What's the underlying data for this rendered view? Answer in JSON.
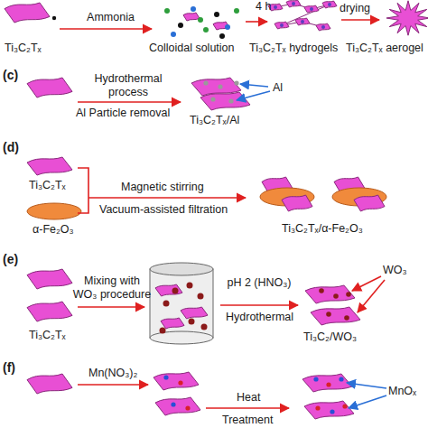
{
  "diagram": {
    "labels": [
      "Ti₃C₂Tₓ",
      "Ammonia",
      "Colloidal solution",
      "4 h",
      "drying",
      "Ti₃C₂Tₓ hydrogels",
      "Ti₃C₂Tₓ aerogel",
      "(c)",
      "Hydrothermal process",
      "Al Particle removal",
      "Al",
      "Ti₃C₂Tₓ/Al",
      "(d)",
      "Ti₃C₂Tₓ",
      "Magnetic stirring",
      "Vacuum-assisted filtration",
      "α-Fe₂O₃",
      "Ti₃C₂Tₓ/α-Fe₂O₃",
      "(e)",
      "Mixing with WO₃ procedure",
      "pH 2 (HNO₃)",
      "Hydrothermal",
      "WO₃",
      "Ti₃C₂Tₓ",
      "Ti₃C₂/WO₃",
      "(f)",
      "Mn(NO₃)₂",
      "Heat",
      "Treatment",
      "MnOₓ"
    ]
  }
}
